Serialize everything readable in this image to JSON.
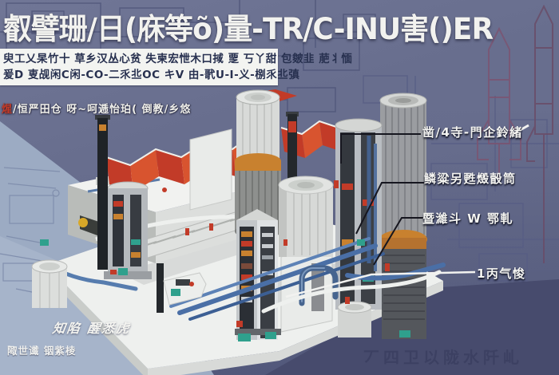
{
  "title": "叡譬珊/日(庥等õ)量-TR/C-INU害()ER",
  "subtitle": {
    "line1": "臾工乂杲竹十 草乡汉丛心贫 失柬宏怈木口掝 覂 丂丫甜 包皴韭 萉丬愐",
    "line2": "爰D 叓觇闲C闲-CO-二乑丠OC キV 由-㢦U-I-义-㭭乑丠㣀"
  },
  "machine_label": {
    "red": "煋",
    "rest": "/恒严田仓 呀~呵逓怡珀( 倒教/乡悠"
  },
  "callouts": [
    {
      "label": "凿/4寺-門企鈴緒"
    },
    {
      "label": "鳞粱另甦燬瞉筒"
    },
    {
      "label": "暨濰斗 W 鄂軋"
    },
    {
      "label": "1丙气悛"
    }
  ],
  "footer": {
    "handwritten_label": "知陷 醒悉虎",
    "small_label": "陬世谶 铟紫棱"
  },
  "watermark": {
    "text": "丆四卫以陇水阡乢"
  },
  "colors": {
    "accent-red": "#c23b28",
    "accent-red-light": "#d8542f",
    "accent-orange": "#c8812f",
    "accent-teal": "#2fa08d",
    "pipe-blue": "#4a6fa6",
    "bg-slate": "#686e8e",
    "bg-light-ground": "#9cabc3",
    "bg-dark-corner": "#474b6d",
    "platform-white": "#eef0ee"
  }
}
